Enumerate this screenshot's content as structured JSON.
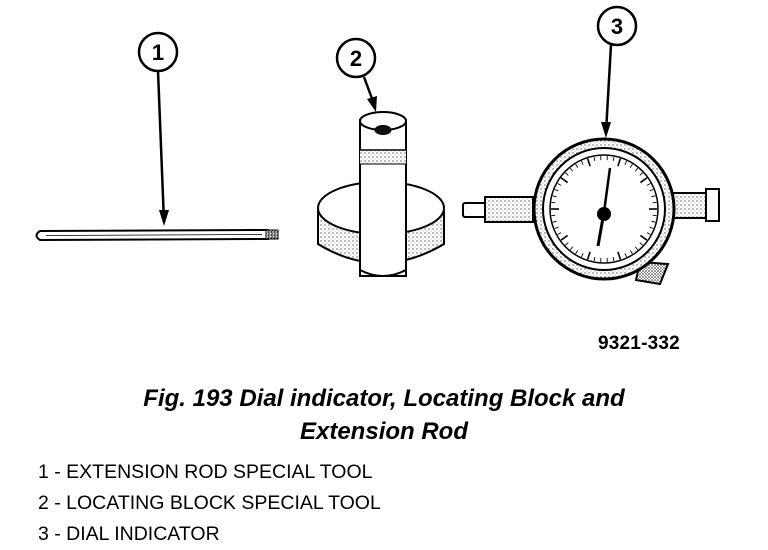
{
  "callouts": [
    {
      "number": "1"
    },
    {
      "number": "2"
    },
    {
      "number": "3"
    }
  ],
  "reference_code": "9321-332",
  "caption": {
    "line1": "Fig. 193 Dial indicator, Locating Block and",
    "line2": "Extension Rod"
  },
  "legend": [
    "1 - EXTENSION ROD SPECIAL TOOL",
    "2 - LOCATING BLOCK SPECIAL TOOL",
    "3 - DIAL INDICATOR"
  ]
}
